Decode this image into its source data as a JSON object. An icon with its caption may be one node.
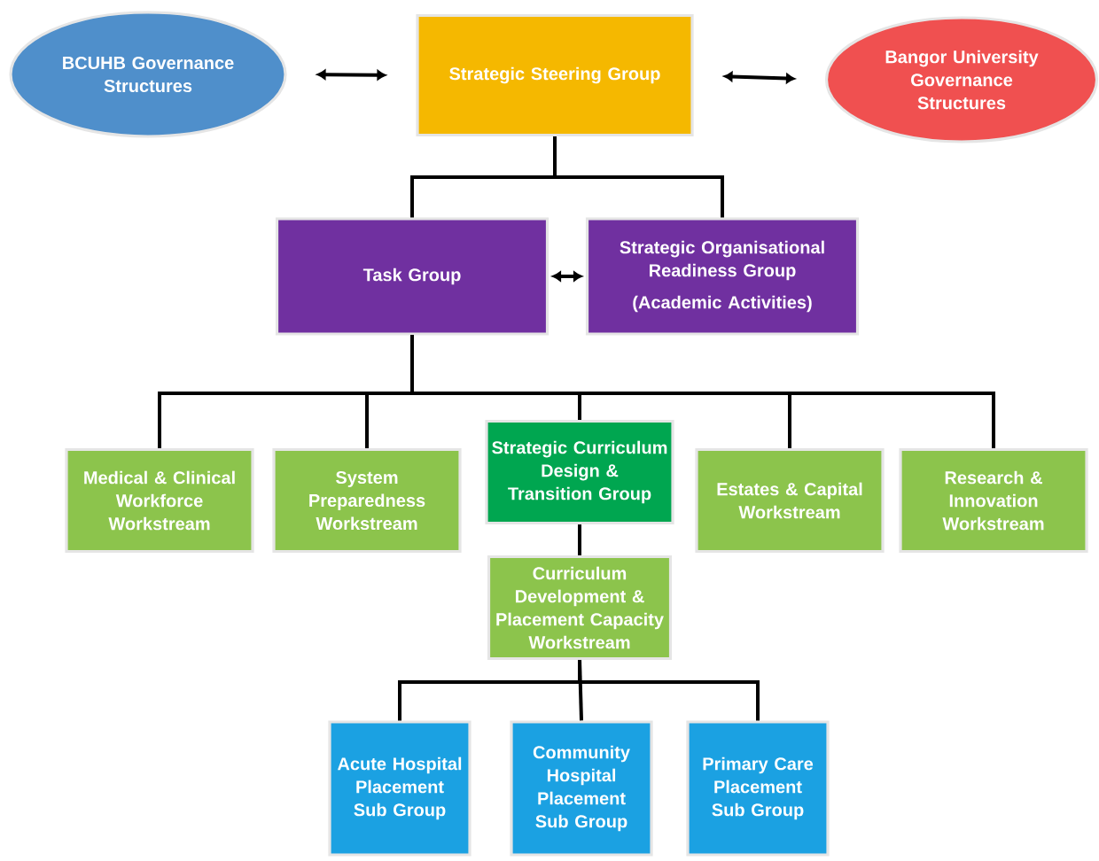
{
  "diagram": {
    "nodes": [
      {
        "text": [
          "BCUHB Governance Structures"
        ]
      },
      {
        "text": [
          "Strategic Steering Group"
        ]
      },
      {
        "text": [
          "Bangor University Governance Structures"
        ]
      },
      {
        "text": [
          "Task Group"
        ]
      },
      {
        "text": [
          "Strategic Organisational Readiness Group",
          "(Academic Activities)"
        ]
      },
      {
        "text": [
          "Medical & Clinical Workforce Workstream"
        ]
      },
      {
        "text": [
          "System Preparedness Workstream"
        ]
      },
      {
        "text": [
          "Strategic Curriculum Design & Transition Group"
        ]
      },
      {
        "text": [
          "Estates & Capital Workstream"
        ]
      },
      {
        "text": [
          "Research & Innovation Workstream"
        ]
      },
      {
        "text": [
          "Curriculum Development & Placement Capacity Workstream"
        ]
      },
      {
        "text": [
          "Acute Hospital Placement Sub Group"
        ]
      },
      {
        "text": [
          "Community Hospital Placement Sub Group"
        ]
      },
      {
        "text": [
          "Primary Care Placement Sub Group"
        ]
      }
    ],
    "edges": [
      {
        "from": 0,
        "to": 1,
        "arrow": "both"
      },
      {
        "from": 1,
        "to": 2,
        "arrow": "both"
      },
      {
        "from": 1,
        "to": 3,
        "arrow": "none"
      },
      {
        "from": 1,
        "to": 4,
        "arrow": "none"
      },
      {
        "from": 3,
        "to": 4,
        "arrow": "both"
      },
      {
        "from": 3,
        "to": 5,
        "arrow": "none"
      },
      {
        "from": 3,
        "to": 6,
        "arrow": "none"
      },
      {
        "from": 3,
        "to": 7,
        "arrow": "none"
      },
      {
        "from": 3,
        "to": 8,
        "arrow": "none"
      },
      {
        "from": 3,
        "to": 9,
        "arrow": "none"
      },
      {
        "from": 7,
        "to": 10,
        "arrow": "none"
      },
      {
        "from": 10,
        "to": 11,
        "arrow": "none"
      },
      {
        "from": 10,
        "to": 12,
        "arrow": "none"
      },
      {
        "from": 10,
        "to": 13,
        "arrow": "none"
      }
    ]
  }
}
